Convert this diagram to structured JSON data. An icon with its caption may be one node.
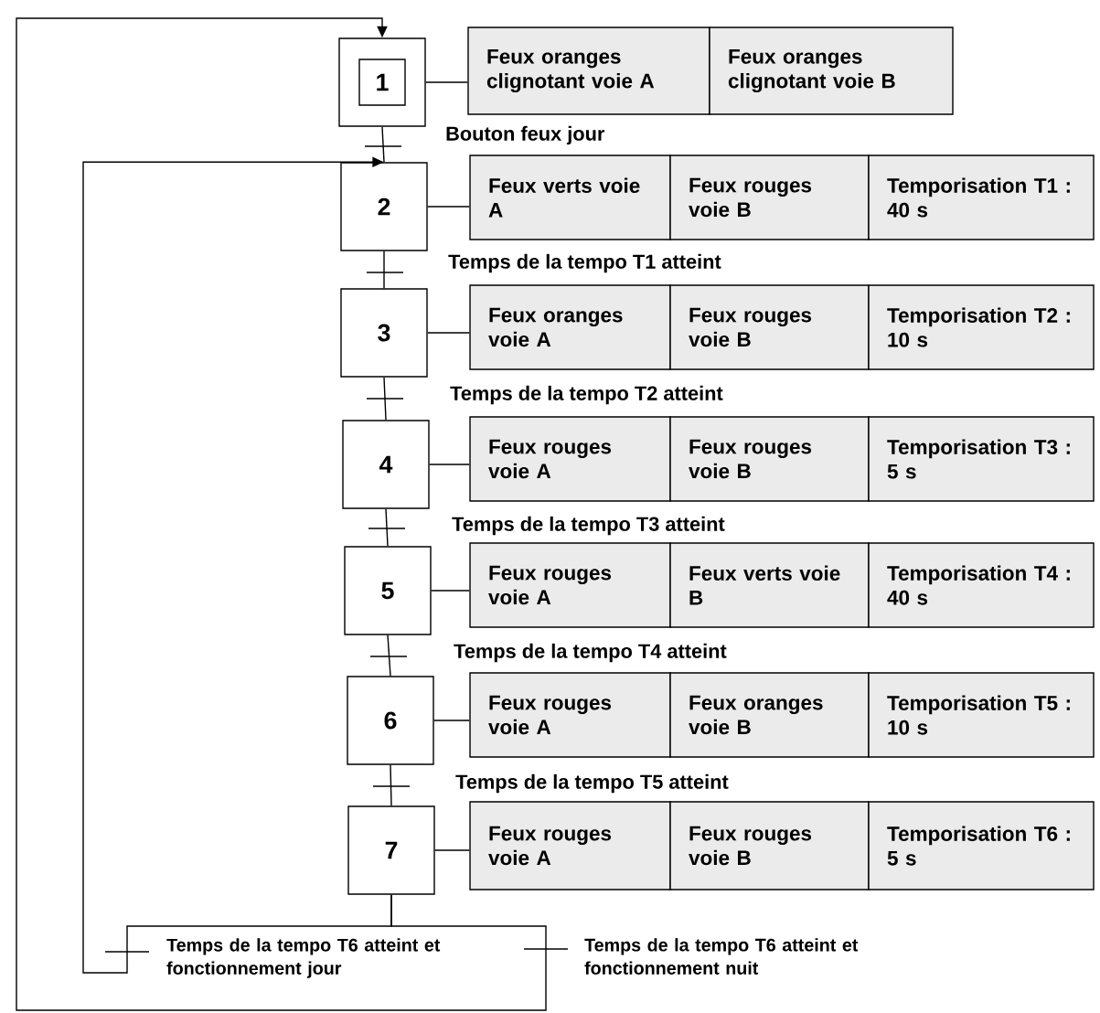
{
  "diagram": {
    "nodes": [
      {
        "text": [
          "1"
        ]
      },
      {
        "text": [
          "Feux oranges clignotant voie A"
        ]
      },
      {
        "text": [
          "Feux oranges clignotant voie B"
        ]
      },
      {
        "text": [
          "2"
        ]
      },
      {
        "text": [
          "Feux verts voie A"
        ]
      },
      {
        "text": [
          "Feux rouges voie B"
        ]
      },
      {
        "text": [
          "Temporisation T1 : 40 s"
        ]
      },
      {
        "text": [
          "3"
        ]
      },
      {
        "text": [
          "Feux oranges voie A"
        ]
      },
      {
        "text": [
          "Feux rouges voie B"
        ]
      },
      {
        "text": [
          "Temporisation T2 : 10 s"
        ]
      },
      {
        "text": [
          "4"
        ]
      },
      {
        "text": [
          "Feux rouges voie A"
        ]
      },
      {
        "text": [
          "Feux rouges voie B"
        ]
      },
      {
        "text": [
          "Temporisation T3 : 5 s"
        ]
      },
      {
        "text": [
          "5"
        ]
      },
      {
        "text": [
          "Feux rouges voie A"
        ]
      },
      {
        "text": [
          "Feux verts voie B"
        ]
      },
      {
        "text": [
          "Temporisation T4 : 40 s"
        ]
      },
      {
        "text": [
          "6"
        ]
      },
      {
        "text": [
          "Feux rouges voie A"
        ]
      },
      {
        "text": [
          "Feux oranges voie B"
        ]
      },
      {
        "text": [
          "Temporisation T5 : 10 s"
        ]
      },
      {
        "text": [
          "7"
        ]
      },
      {
        "text": [
          "Feux rouges voie A"
        ]
      },
      {
        "text": [
          "Feux rouges voie B"
        ]
      },
      {
        "text": [
          "Temporisation T6 : 5 s"
        ]
      }
    ],
    "edges": [
      {
        "from": 0,
        "to": 1,
        "arrow": "none"
      },
      {
        "from": 3,
        "to": 4,
        "arrow": "none"
      },
      {
        "from": 7,
        "to": 8,
        "arrow": "none"
      },
      {
        "from": 11,
        "to": 12,
        "arrow": "none"
      },
      {
        "from": 15,
        "to": 16,
        "arrow": "none"
      },
      {
        "from": 19,
        "to": 20,
        "arrow": "none"
      },
      {
        "from": 23,
        "to": 24,
        "arrow": "none"
      },
      {
        "from": 0,
        "to": 3,
        "arrow": "none",
        "label": "Bouton feux jour"
      },
      {
        "from": 3,
        "to": 7,
        "arrow": "none",
        "label": "Temps de la tempo T1 atteint"
      },
      {
        "from": 7,
        "to": 11,
        "arrow": "none",
        "label": "Temps de la tempo T2 atteint"
      },
      {
        "from": 11,
        "to": 15,
        "arrow": "none",
        "label": "Temps de la tempo T3 atteint"
      },
      {
        "from": 15,
        "to": 19,
        "arrow": "none",
        "label": "Temps de la tempo T4 atteint"
      },
      {
        "from": 19,
        "to": 23,
        "arrow": "none",
        "label": "Temps de la tempo T5 atteint"
      },
      {
        "from": 23,
        "to": 3,
        "arrow": "to",
        "label": "Temps de la tempo T6 atteint et fonctionnement jour"
      },
      {
        "from": 23,
        "to": 0,
        "arrow": "to",
        "label": "Temps de la tempo T6 atteint et fonctionnement nuit"
      }
    ]
  }
}
